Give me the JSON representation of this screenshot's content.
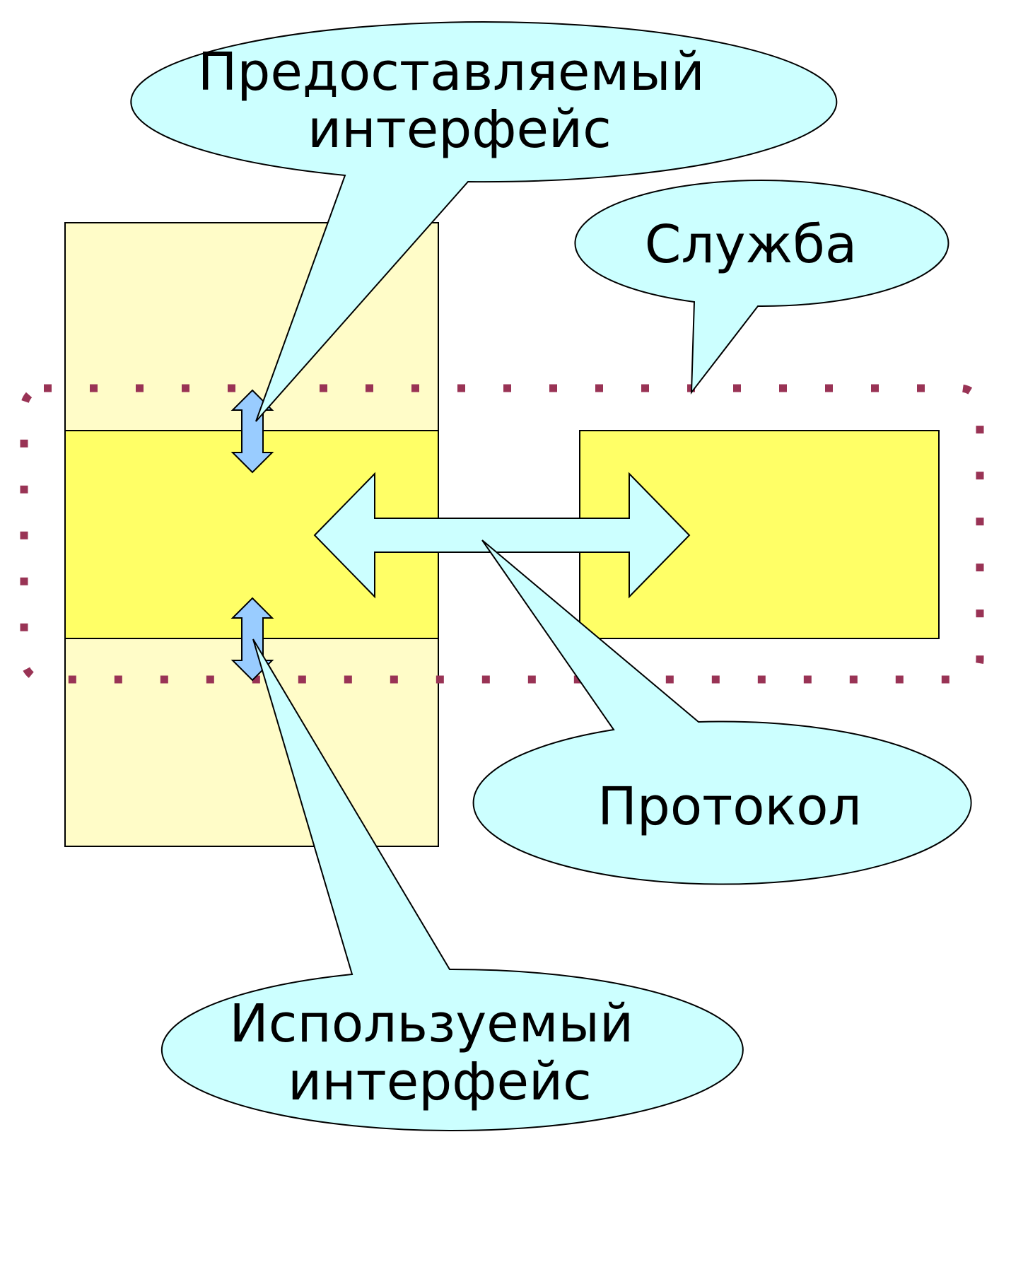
{
  "callouts": {
    "provided_interface": {
      "line1": "Предоставляемый",
      "line2": "интерфейс"
    },
    "service": {
      "label": "Служба"
    },
    "protocol": {
      "label": "Протокол"
    },
    "used_interface": {
      "line1": "Используемый",
      "line2": "интерфейс"
    }
  },
  "colors": {
    "layer_light": "#FFFCC8",
    "layer_bright": "#FFFF66",
    "callout_fill": "#CCFFFF",
    "interface_arrow_fill": "#99CCFF",
    "service_boundary": "#993355",
    "outline": "#000000",
    "background": "#FFFFFF"
  }
}
